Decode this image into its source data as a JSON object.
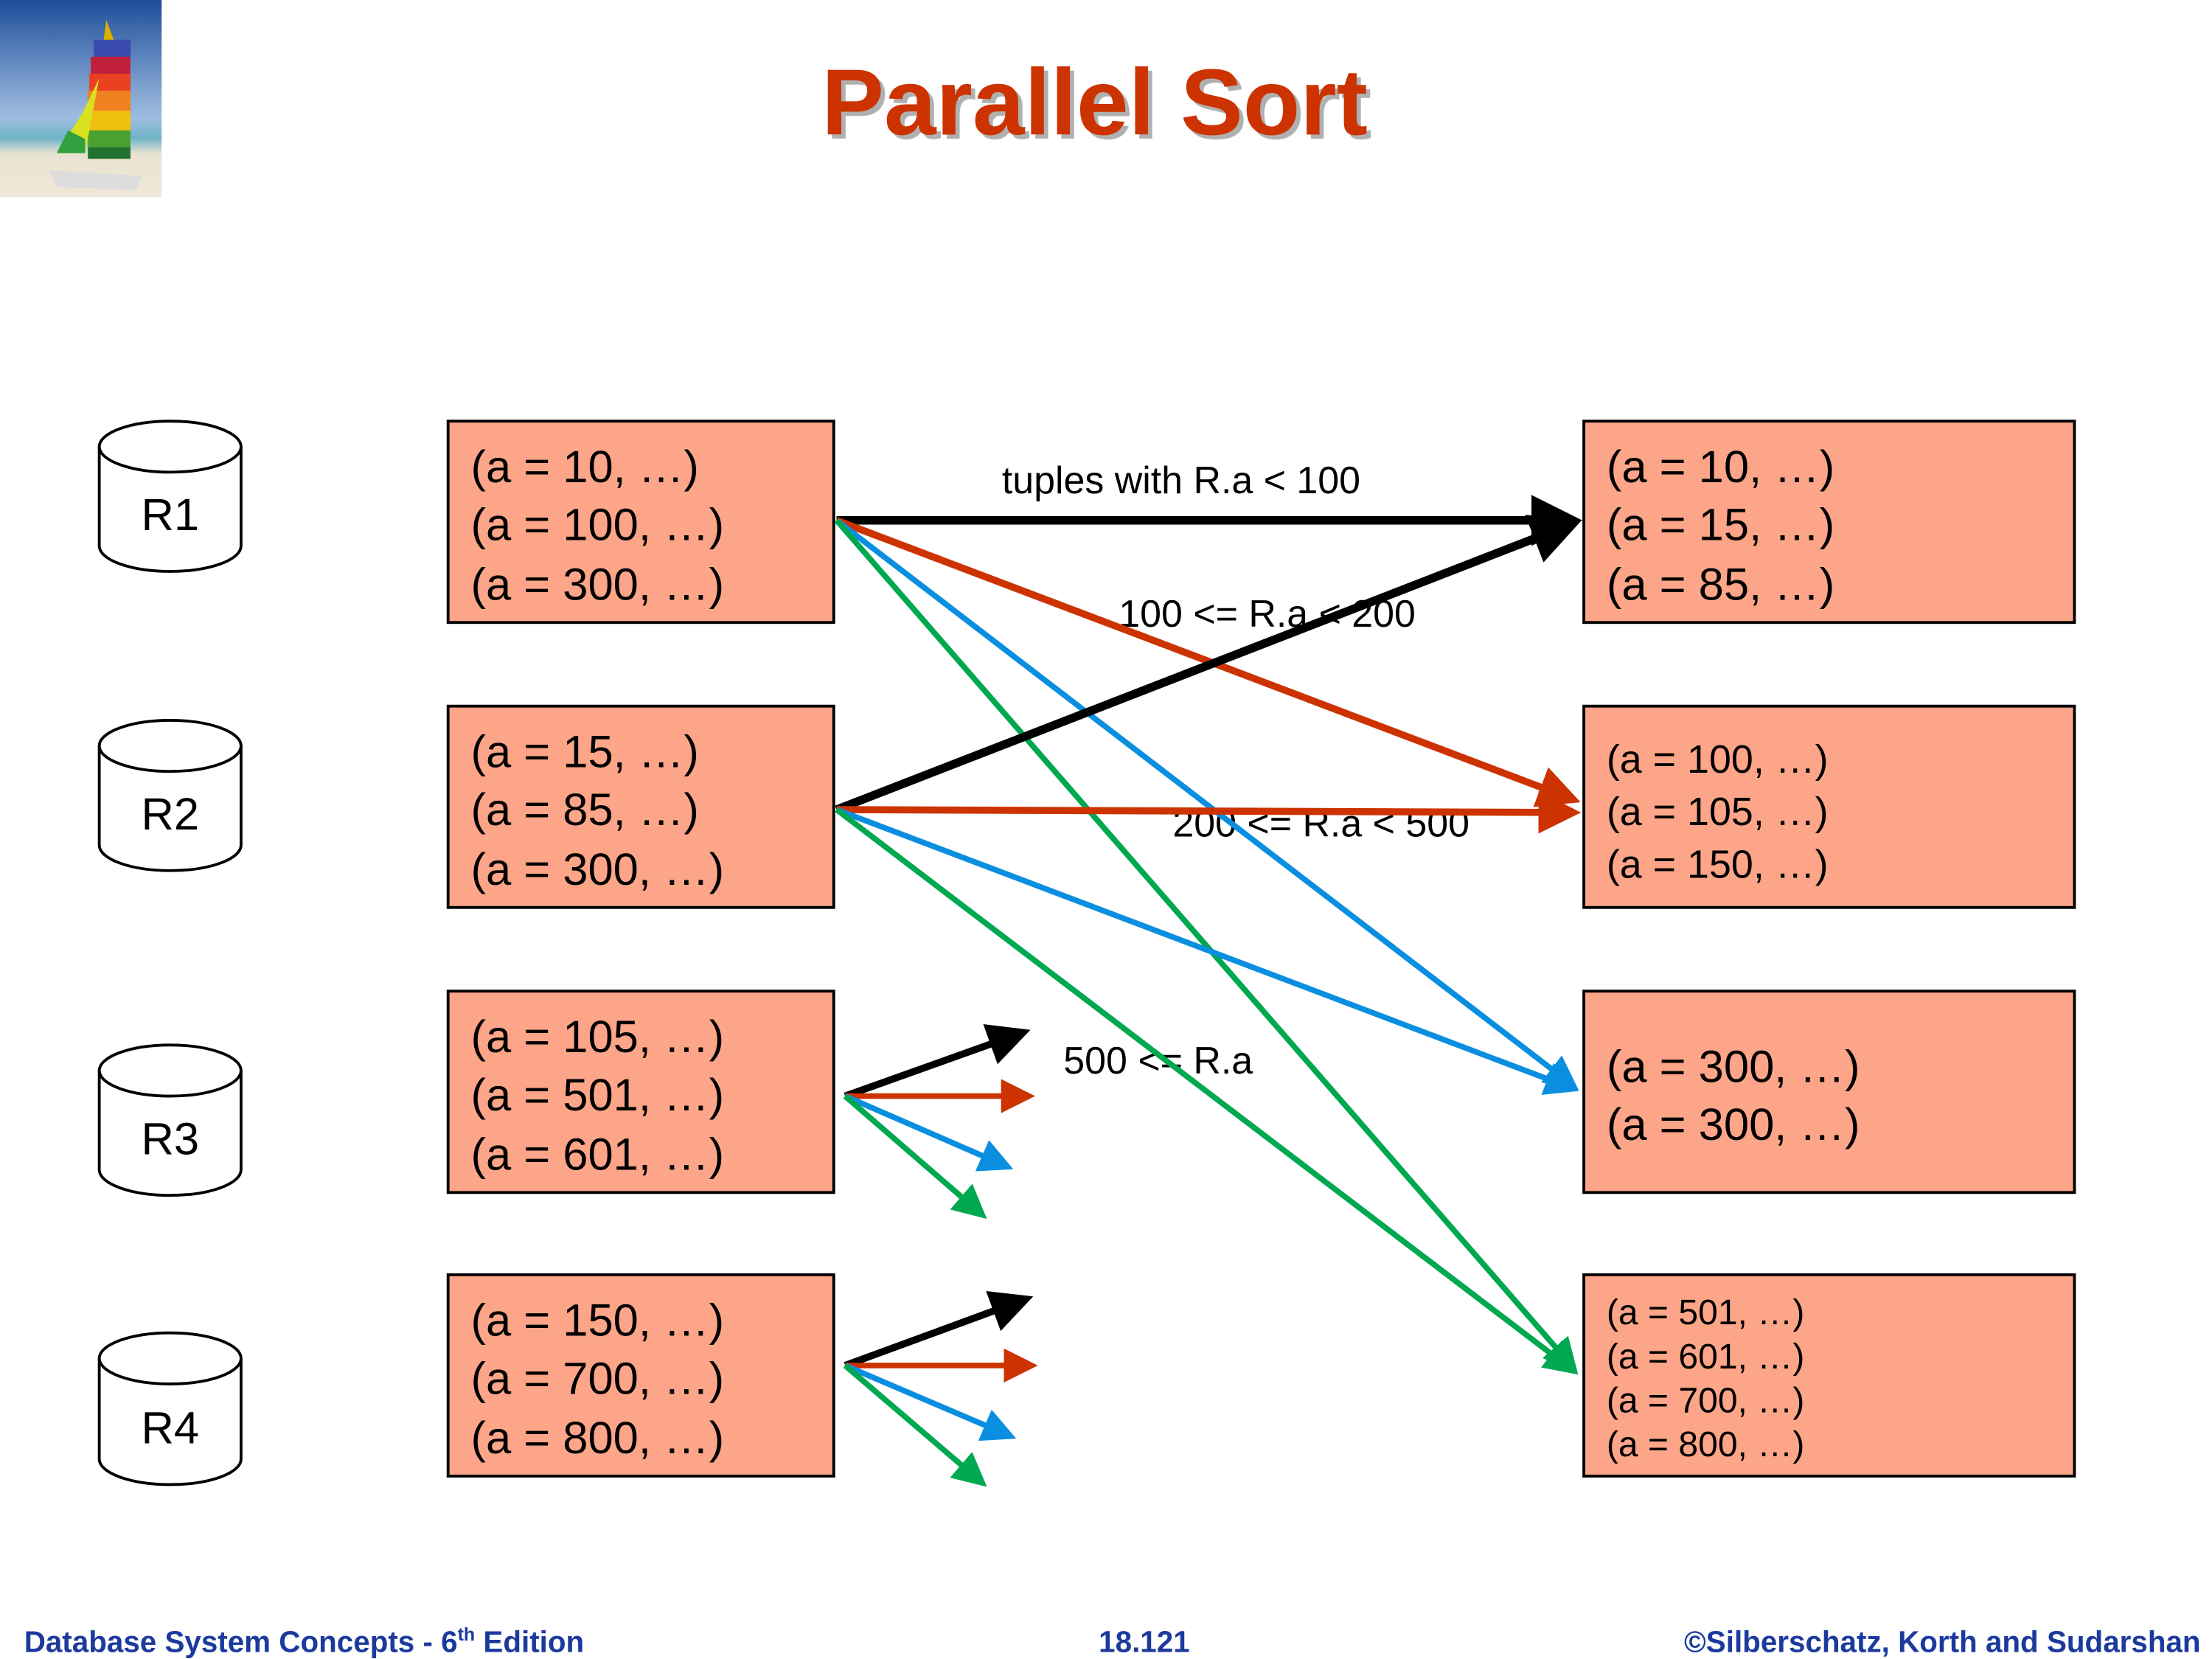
{
  "title": "Parallel Sort",
  "disks": [
    "R1",
    "R2",
    "R3",
    "R4"
  ],
  "source_partitions": [
    [
      "(a = 10, …)",
      "(a = 100, …)",
      "(a = 300, …)"
    ],
    [
      "(a = 15, …)",
      "(a = 85, …)",
      "(a = 300, …)"
    ],
    [
      "(a = 105, …)",
      "(a = 501, …)",
      "(a = 601, …)"
    ],
    [
      "(a = 150, …)",
      "(a = 700, …)",
      "(a = 800, …)"
    ]
  ],
  "dest_partitions": [
    [
      "(a = 10, …)",
      "(a = 15, …)",
      "(a = 85, …)"
    ],
    [
      "(a = 100, …)",
      "(a = 105, …)",
      "(a = 150, …)"
    ],
    [
      "(a = 300, …)",
      "(a = 300, …)"
    ],
    [
      "(a = 501, …)",
      "(a = 601, …)",
      "(a = 700, …)",
      "(a = 800, …)"
    ]
  ],
  "range_labels": [
    "tuples with R.a < 100",
    "100 <= R.a < 200",
    "200 <= R.a < 500",
    "500 <= R.a"
  ],
  "colors": {
    "range1": "#000000",
    "range2": "#cc3300",
    "range3": "#0a8fe0",
    "range4": "#00a850",
    "box": "#fda588",
    "title": "#cc3300",
    "footer": "#1c3a9e"
  },
  "footer": {
    "left_prefix": "Database System Concepts - 6",
    "left_sup": "th",
    "left_suffix": " Edition",
    "center": "18.121",
    "right": "©Silberschatz, Korth and Sudarshan"
  }
}
